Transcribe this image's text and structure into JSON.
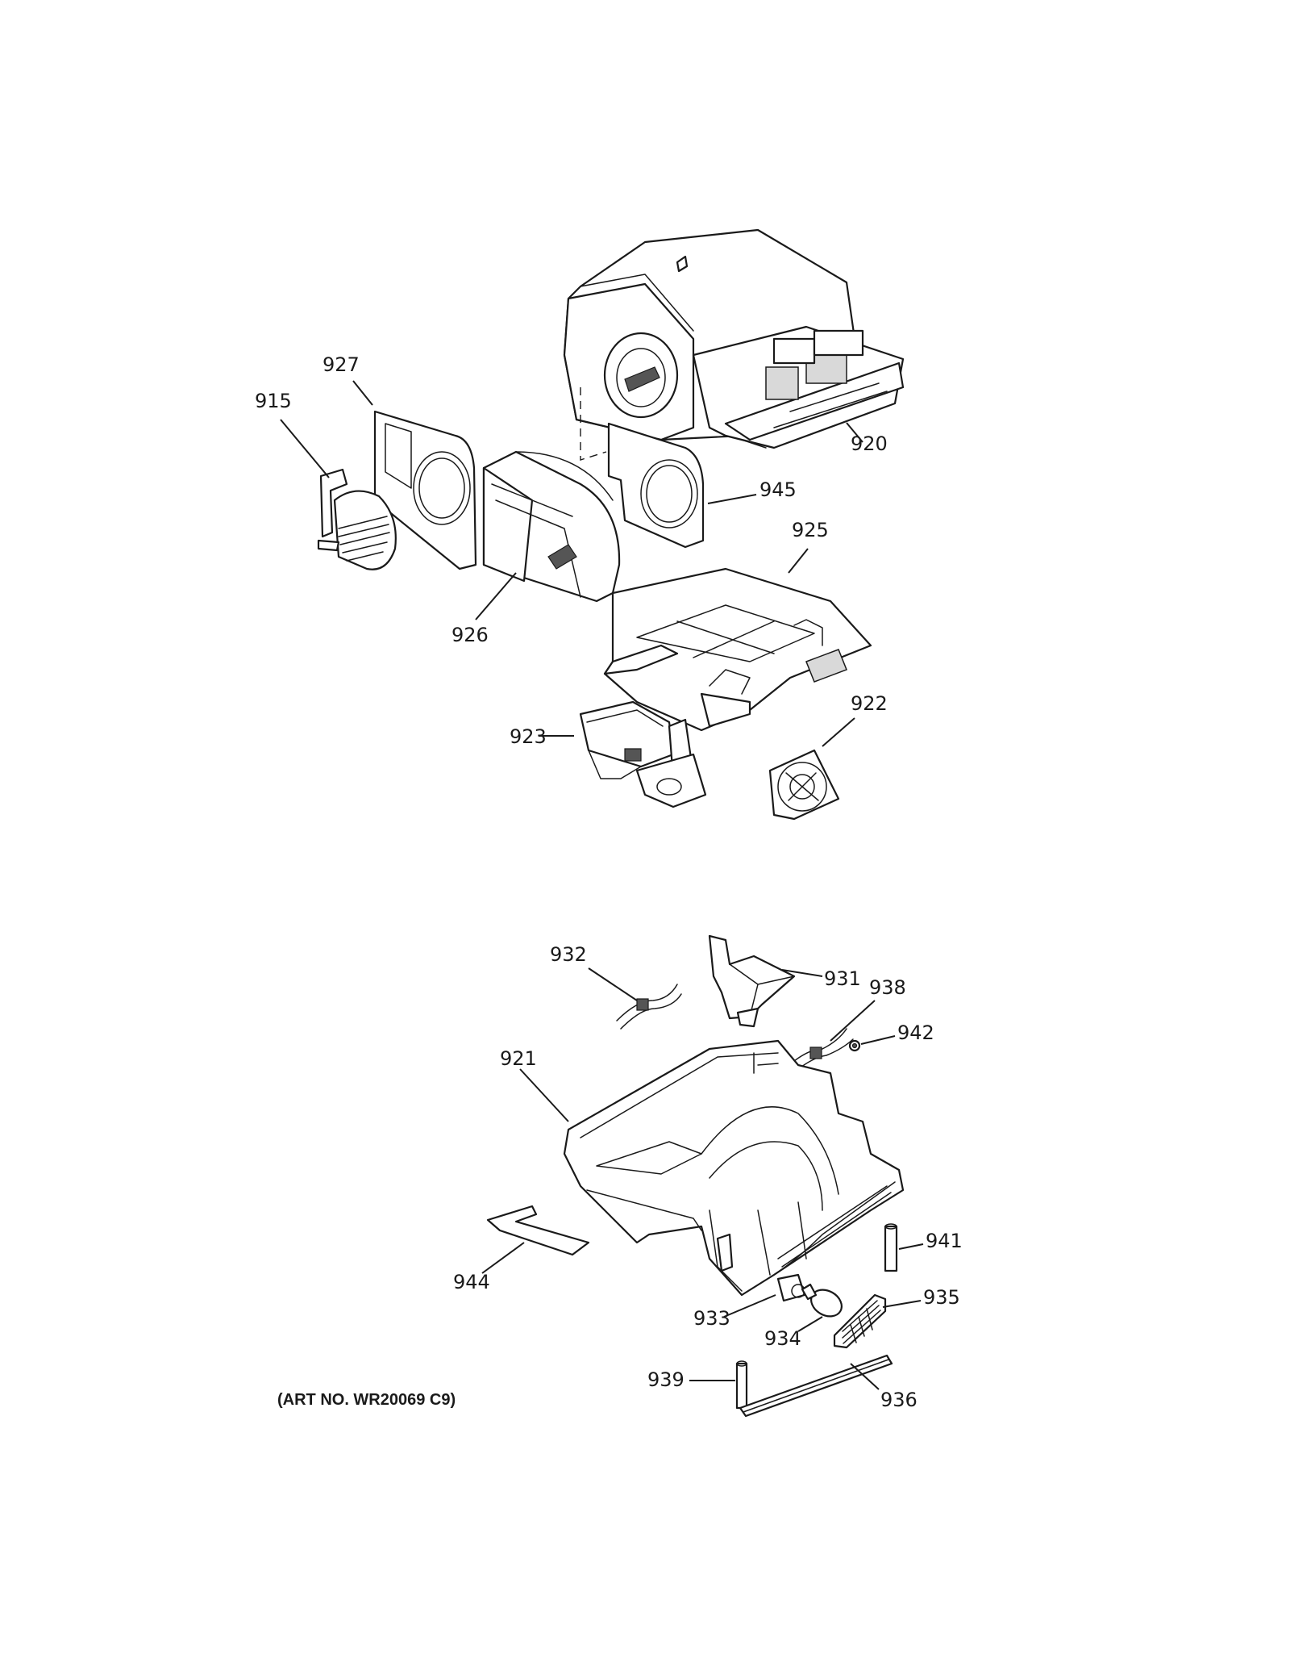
{
  "callouts": {
    "p915": "915",
    "p927": "927",
    "p920": "920",
    "p945": "945",
    "p925": "925",
    "p926": "926",
    "p922": "922",
    "p923": "923",
    "p932": "932",
    "p931": "931",
    "p938": "938",
    "p942": "942",
    "p921": "921",
    "p941": "941",
    "p944": "944",
    "p935": "935",
    "p933": "933",
    "p934": "934",
    "p939": "939",
    "p936": "936"
  },
  "art_number": "(ART NO. WR20069 C9)",
  "colors": {
    "line": "#1a1a1a",
    "background": "#ffffff",
    "shade": "#d9d9d9"
  }
}
